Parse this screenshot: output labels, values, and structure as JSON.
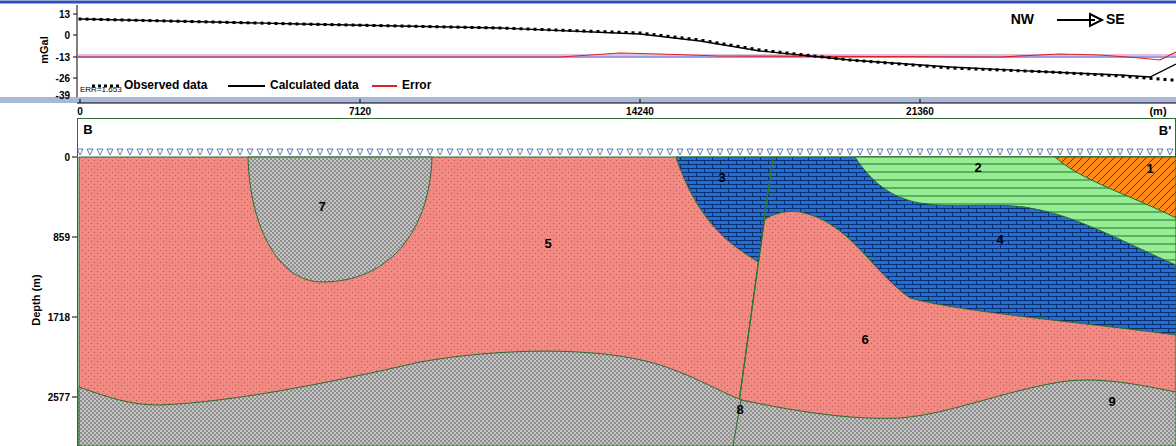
{
  "diagram": {
    "nodes": [
      {
        "text": [
          "1"
        ]
      },
      {
        "text": [
          "2"
        ]
      },
      {
        "text": [
          "3"
        ]
      },
      {
        "text": [
          "4"
        ]
      },
      {
        "text": [
          "5"
        ]
      },
      {
        "text": [
          "6"
        ]
      },
      {
        "text": [
          "7"
        ]
      },
      {
        "text": [
          "8"
        ]
      },
      {
        "text": [
          "9"
        ]
      }
    ],
    "labels": [
      "mGal",
      "13",
      "0",
      "-13",
      "-26",
      "-39",
      "ERR=1.653",
      "NW",
      "SE",
      "(m)",
      "0",
      "7120",
      "14240",
      "21360",
      "B",
      "B'",
      "Depth (m)",
      "0",
      "859",
      "1718",
      "2577"
    ],
    "legend": [
      {
        "text": "Observed data"
      },
      {
        "text": "Calculated data"
      },
      {
        "text": "Error"
      }
    ]
  }
}
